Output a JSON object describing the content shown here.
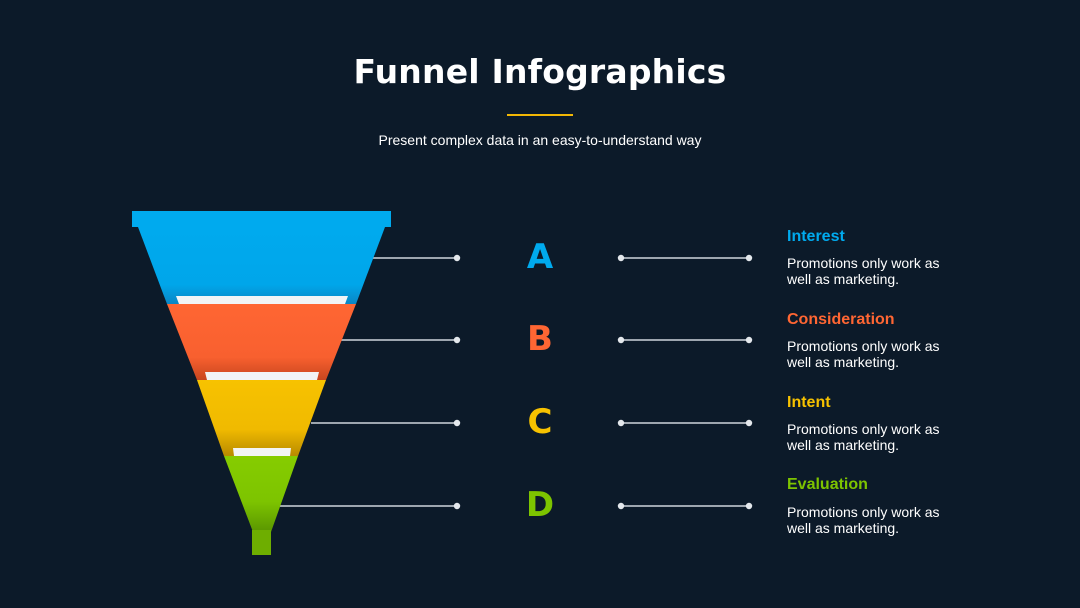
{
  "header": {
    "title": "Funnel Infographics",
    "subtitle": "Present complex data in an easy-to-understand way",
    "accent_color": "#f2b705"
  },
  "stages": [
    {
      "letter": "A",
      "title": "Interest",
      "description": "Promotions only work as well as marketing.",
      "color": "#00aaee"
    },
    {
      "letter": "B",
      "title": "Consideration",
      "description": "Promotions only work as well as marketing.",
      "color": "#ff6633"
    },
    {
      "letter": "C",
      "title": "Intent",
      "description": "Promotions only work as well as marketing.",
      "color": "#f7c200"
    },
    {
      "letter": "D",
      "title": "Evaluation",
      "description": "Promotions only work as well as marketing.",
      "color": "#7dc400"
    }
  ]
}
